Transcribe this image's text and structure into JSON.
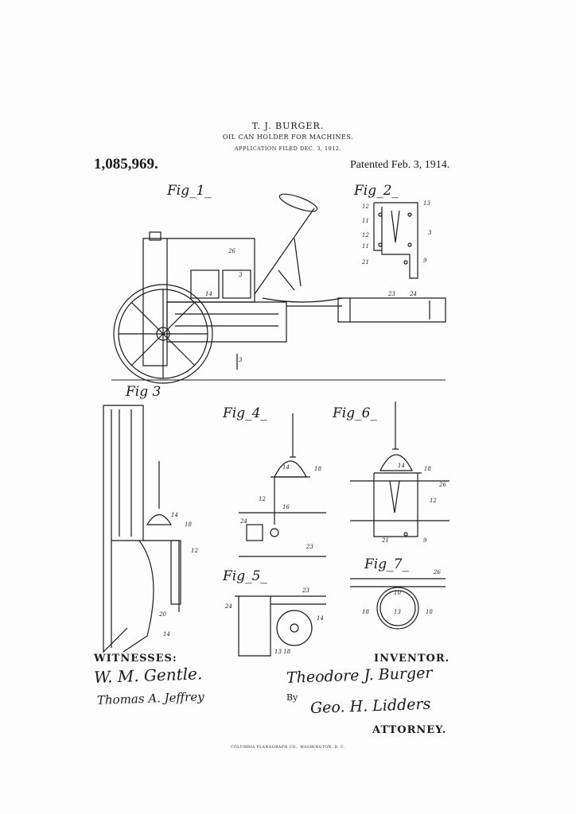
{
  "header": {
    "inventor_name": "T. J. BURGER.",
    "title": "OIL CAN HOLDER FOR MACHINES.",
    "filed": "APPLICATION FILED DEC. 3, 1912.",
    "patent_number": "1,085,969.",
    "patented": "Patented Feb. 3, 1914."
  },
  "figures": {
    "fig1": "Fig_1_",
    "fig2": "Fig_2_",
    "fig3": "Fig 3",
    "fig4": "Fig_4_",
    "fig5": "Fig_5_",
    "fig6": "Fig_6_",
    "fig7": "Fig_7_"
  },
  "signatures": {
    "witnesses_label": "WITNESSES:",
    "witness1": "W. M. Gentle.",
    "witness2": "Thomas A. Jeffrey",
    "inventor_label": "INVENTOR.",
    "inventor_signature": "Theodore J. Burger",
    "by": "By",
    "attorney_signature": "Geo. H. Lidders",
    "attorney_label": "ATTORNEY."
  },
  "footer": "COLUMBIA PLANOGRAPH CO., WASHINGTON, D. C."
}
